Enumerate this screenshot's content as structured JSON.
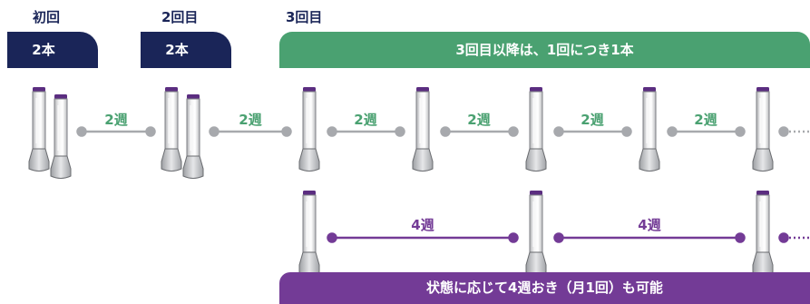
{
  "phases": {
    "first": {
      "label": "初回",
      "count": "2本"
    },
    "second": {
      "label": "2回目",
      "count": "2本"
    },
    "third": {
      "label": "3回目",
      "banner": "3回目以降は、1回につき1本"
    }
  },
  "intervals": {
    "two_week": "2週",
    "four_week": "4週"
  },
  "footer": {
    "text": "状態に応じて4週おき（月1回）も可能"
  },
  "colors": {
    "navy": "#1a2558",
    "green": "#4aa171",
    "purple": "#733b96",
    "gray_line": "#a7a9ad"
  }
}
